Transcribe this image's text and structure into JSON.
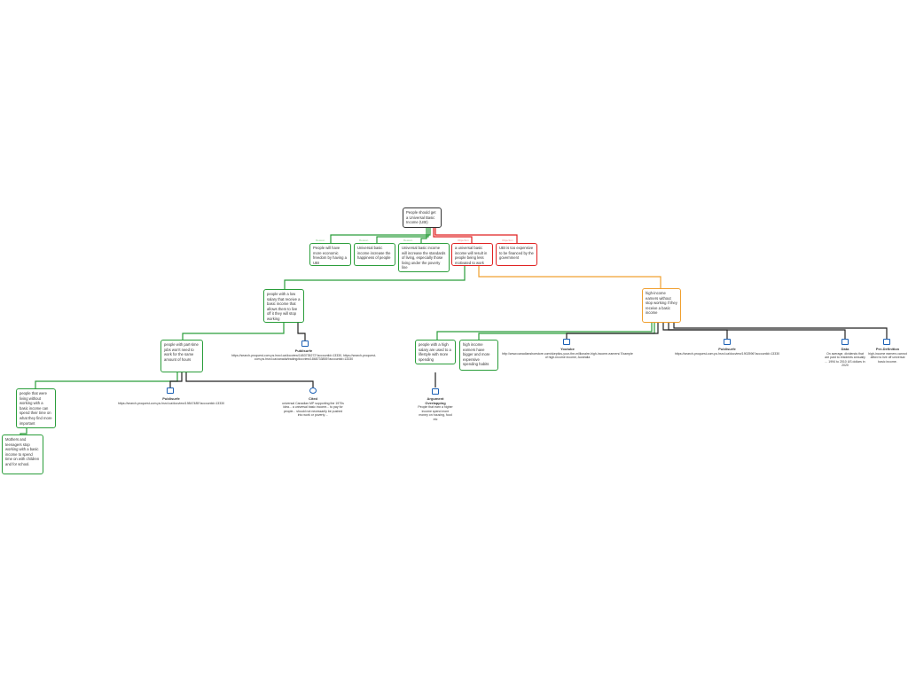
{
  "root": "People should get a Universal Basic Income (UBI)",
  "pro_tag": "Reason",
  "con_tag": "Objection",
  "level1": [
    "People will have more economic freedom by having a UBI",
    "Universal basic income increase the happiness of people",
    "Universal basic income will increase the standards of living, especially those living under the poverty line",
    "a universal basic income will result in people being less motivated to work",
    "UBI is too expensive to be financed by the government"
  ],
  "level2_left": "people with a low salary that receive a basic income that allows them to live off it they will stop working",
  "level2_right": "high-income earners without stop working if they receive a basic income",
  "left_children": [
    "people with part-time jobs won't need to work for the same amount of hours",
    "Publisurfe",
    "https://search-proquest-com.ps.hsrcl.ca/docview/1653735272?accountid=13330, https://search-proquest-com.ps.hsrcl.ca/canada/trading/docview/1868733855?accountid=13330"
  ],
  "deep_left": [
    "people that were living without working with a basic income can spend their time on what they find more important",
    "Mothers and teenagers stop working with a basic income to spend time on with children and for school."
  ],
  "pub2": [
    "Publisurfe",
    "https://search-proquest-com.ps.hsrcl.ca/docview/19847485?accountid=13330"
  ],
  "cited": [
    "Cited",
    "universal Canadian MP supporting the 1970s idea... a universal basic income... to pay for people... should not necessarily be pushed into work or poverty ..."
  ],
  "right_children": [
    "people with a high salary are used to a lifestyle with more spending",
    "high income earners have bigger and more expensive spending habits"
  ],
  "argument": [
    "Argument",
    "Overlapping",
    "People that earn a higher income spend more money on housing, food etc"
  ],
  "youtube": [
    "Youtube",
    "http://www.canadianshoestore.com/skeptics-your-the-millionaire-high-income-earners/",
    "Example of high-income income, Australia"
  ],
  "pub3": [
    "Publisurfe",
    "https://search-proquest-com.ps.hsrcl.ca/docview/1902596?accountid=13330"
  ],
  "data": [
    "Data",
    "On average, dividends that are paid to residents annually ... 1994 to 2010 US dollars in 2020"
  ],
  "per_definition": [
    "Per-Definition",
    "high-income earners cannot afford to live off universal basic income."
  ]
}
